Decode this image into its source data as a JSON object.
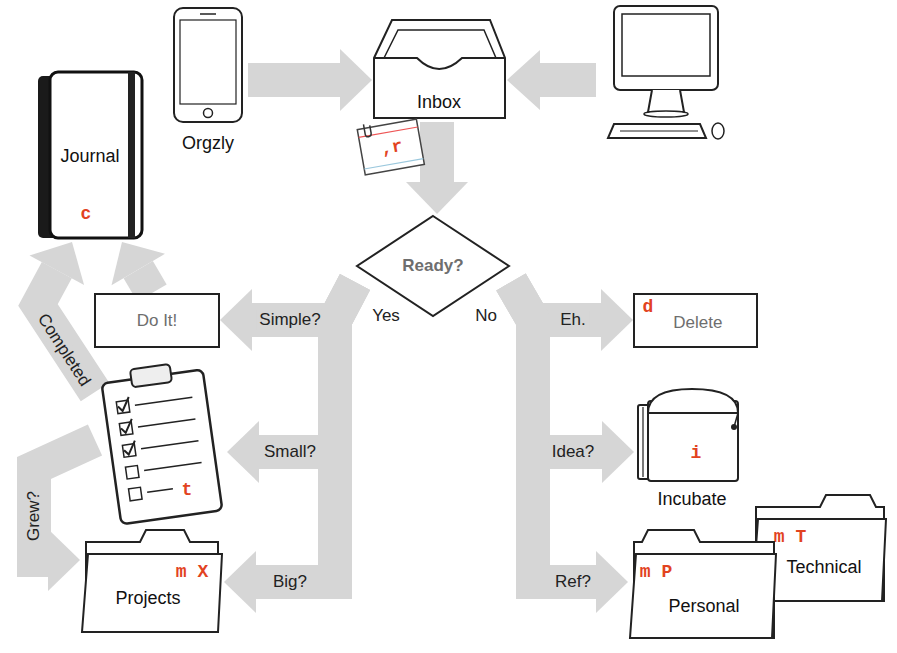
{
  "diagram": {
    "nodes": [
      {
        "text": [
          "Journal",
          "c"
        ]
      },
      {
        "text": [
          "Orgzly"
        ]
      },
      {
        "text": [
          "Inbox"
        ]
      },
      {
        "text": [
          ",r"
        ]
      },
      {
        "text": [
          "Ready?"
        ]
      },
      {
        "text": [
          "Do It!"
        ]
      },
      {
        "text": [
          "d",
          "Delete"
        ]
      },
      {
        "text": [
          "t"
        ]
      },
      {
        "text": [
          "i",
          "Incubate"
        ]
      },
      {
        "text": [
          "m X",
          "Projects"
        ]
      },
      {
        "text": [
          "m P",
          "Personal"
        ]
      },
      {
        "text": [
          "m T",
          "Technical"
        ]
      }
    ],
    "edges": [
      {
        "from": 1,
        "to": 2,
        "arrow": "to"
      },
      {
        "from": 2,
        "to": 4,
        "arrow": "to"
      },
      {
        "from": 4,
        "to": 5,
        "label": "Simple?",
        "arrow": "to"
      },
      {
        "from": 4,
        "to": 7,
        "label": "Small?",
        "arrow": "to"
      },
      {
        "from": 4,
        "to": 9,
        "label": "Big?",
        "arrow": "to"
      },
      {
        "from": 4,
        "to": 6,
        "label": "Eh.",
        "arrow": "to"
      },
      {
        "from": 4,
        "to": 8,
        "label": "Idea?",
        "arrow": "to"
      },
      {
        "from": 4,
        "to": 10,
        "label": "Ref?",
        "arrow": "to"
      },
      {
        "from": 5,
        "to": 0,
        "arrow": "to"
      },
      {
        "from": 7,
        "to": 0,
        "label": "Completed",
        "arrow": "to"
      },
      {
        "from": 7,
        "to": 9,
        "label": "Grew?",
        "arrow": "to"
      }
    ],
    "labels": [
      "Yes",
      "No"
    ]
  }
}
